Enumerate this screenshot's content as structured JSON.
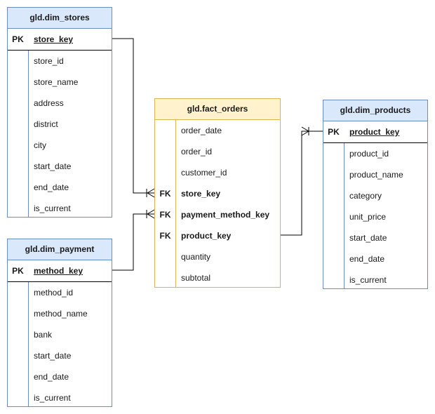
{
  "tables": {
    "dim_stores": {
      "title": "gld.dim_stores",
      "pk": {
        "key": "PK",
        "column": "store_key"
      },
      "columns": [
        "store_id",
        "store_name",
        "address",
        "district",
        "city",
        "start_date",
        "end_date",
        "is_current"
      ]
    },
    "dim_payment": {
      "title": "gld.dim_payment",
      "pk": {
        "key": "PK",
        "column": "method_key"
      },
      "columns": [
        "method_id",
        "method_name",
        "bank",
        "start_date",
        "end_date",
        "is_current"
      ]
    },
    "fact_orders": {
      "title": "gld.fact_orders",
      "rows": [
        {
          "key": "",
          "column": "order_date"
        },
        {
          "key": "",
          "column": "order_id"
        },
        {
          "key": "",
          "column": "customer_id"
        },
        {
          "key": "FK",
          "column": "store_key"
        },
        {
          "key": "FK",
          "column": "payment_method_key"
        },
        {
          "key": "FK",
          "column": "product_key"
        },
        {
          "key": "",
          "column": "quantity"
        },
        {
          "key": "",
          "column": "subtotal"
        }
      ]
    },
    "dim_products": {
      "title": "gld.dim_products",
      "pk": {
        "key": "PK",
        "column": "product_key"
      },
      "columns": [
        "product_id",
        "product_name",
        "category",
        "unit_price",
        "start_date",
        "end_date",
        "is_current"
      ]
    }
  },
  "relationships": [
    {
      "from": "gld.dim_stores.store_key",
      "to": "gld.fact_orders.store_key"
    },
    {
      "from": "gld.dim_payment.method_key",
      "to": "gld.fact_orders.payment_method_key"
    },
    {
      "from": "gld.dim_products.product_key",
      "to": "gld.fact_orders.product_key"
    }
  ]
}
